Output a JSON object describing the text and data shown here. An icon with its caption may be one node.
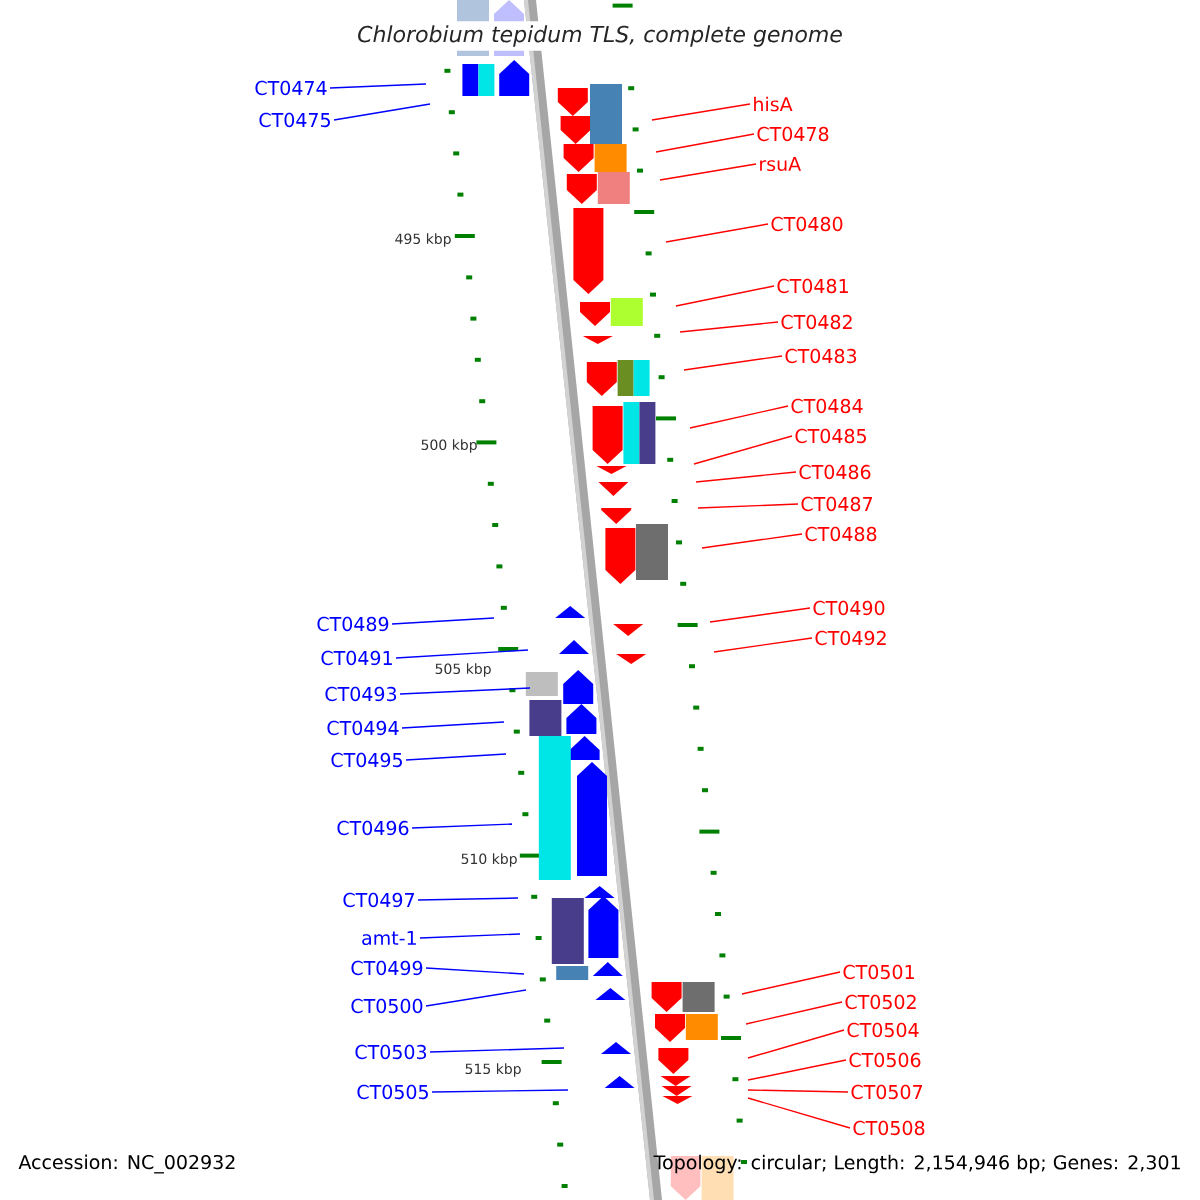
{
  "diagram": {
    "title": "Chlorobium tepidum TLS, complete genome",
    "nodes": [
      {
        "text": [
          "CT0474"
        ]
      },
      {
        "text": [
          "CT0475"
        ]
      },
      {
        "text": [
          "CT0489"
        ]
      },
      {
        "text": [
          "CT0491"
        ]
      },
      {
        "text": [
          "CT0493"
        ]
      },
      {
        "text": [
          "CT0494"
        ]
      },
      {
        "text": [
          "CT0495"
        ]
      },
      {
        "text": [
          "CT0496"
        ]
      },
      {
        "text": [
          "CT0497"
        ]
      },
      {
        "text": [
          "amt-1"
        ]
      },
      {
        "text": [
          "CT0499"
        ]
      },
      {
        "text": [
          "CT0500"
        ]
      },
      {
        "text": [
          "CT0503"
        ]
      },
      {
        "text": [
          "CT0505"
        ]
      },
      {
        "text": [
          "hisA"
        ]
      },
      {
        "text": [
          "CT0478"
        ]
      },
      {
        "text": [
          "rsuA"
        ]
      },
      {
        "text": [
          "CT0480"
        ]
      },
      {
        "text": [
          "CT0481"
        ]
      },
      {
        "text": [
          "CT0482"
        ]
      },
      {
        "text": [
          "CT0483"
        ]
      },
      {
        "text": [
          "CT0484"
        ]
      },
      {
        "text": [
          "CT0485"
        ]
      },
      {
        "text": [
          "CT0486"
        ]
      },
      {
        "text": [
          "CT0487"
        ]
      },
      {
        "text": [
          "CT0488"
        ]
      },
      {
        "text": [
          "CT0490"
        ]
      },
      {
        "text": [
          "CT0492"
        ]
      },
      {
        "text": [
          "CT0501"
        ]
      },
      {
        "text": [
          "CT0502"
        ]
      },
      {
        "text": [
          "CT0504"
        ]
      },
      {
        "text": [
          "CT0506"
        ]
      },
      {
        "text": [
          "CT0507"
        ]
      },
      {
        "text": [
          "CT0508"
        ]
      }
    ],
    "edges": [
      {
        "from": 0,
        "to": null,
        "arrow": "none",
        "color": "#0000ff"
      },
      {
        "from": 1,
        "to": null,
        "arrow": "none",
        "color": "#0000ff"
      },
      {
        "from": 2,
        "to": null,
        "arrow": "none",
        "color": "#0000ff"
      },
      {
        "from": 3,
        "to": null,
        "arrow": "none",
        "color": "#0000ff"
      },
      {
        "from": 4,
        "to": null,
        "arrow": "none",
        "color": "#0000ff"
      },
      {
        "from": 5,
        "to": null,
        "arrow": "none",
        "color": "#0000ff"
      },
      {
        "from": 6,
        "to": null,
        "arrow": "none",
        "color": "#0000ff"
      },
      {
        "from": 7,
        "to": null,
        "arrow": "none",
        "color": "#0000ff"
      },
      {
        "from": 8,
        "to": null,
        "arrow": "none",
        "color": "#0000ff"
      },
      {
        "from": 9,
        "to": null,
        "arrow": "none",
        "color": "#0000ff"
      },
      {
        "from": 10,
        "to": null,
        "arrow": "none",
        "color": "#0000ff"
      },
      {
        "from": 11,
        "to": null,
        "arrow": "none",
        "color": "#0000ff"
      },
      {
        "from": 12,
        "to": null,
        "arrow": "none",
        "color": "#0000ff"
      },
      {
        "from": 13,
        "to": null,
        "arrow": "none",
        "color": "#0000ff"
      },
      {
        "from": 14,
        "to": null,
        "arrow": "none"
      },
      {
        "from": 15,
        "to": null,
        "arrow": "none"
      },
      {
        "from": 16,
        "to": null,
        "arrow": "none"
      },
      {
        "from": 17,
        "to": null,
        "arrow": "none"
      },
      {
        "from": 18,
        "to": null,
        "arrow": "none"
      },
      {
        "from": 19,
        "to": null,
        "arrow": "none"
      },
      {
        "from": 20,
        "to": null,
        "arrow": "none"
      },
      {
        "from": 21,
        "to": null,
        "arrow": "none"
      },
      {
        "from": 22,
        "to": null,
        "arrow": "none"
      },
      {
        "from": 23,
        "to": null,
        "arrow": "none"
      },
      {
        "from": 24,
        "to": null,
        "arrow": "none"
      },
      {
        "from": 25,
        "to": null,
        "arrow": "none"
      },
      {
        "from": 26,
        "to": null,
        "arrow": "none"
      },
      {
        "from": 27,
        "to": null,
        "arrow": "none"
      },
      {
        "from": 28,
        "to": null,
        "arrow": "none"
      },
      {
        "from": 29,
        "to": null,
        "arrow": "none"
      },
      {
        "from": 30,
        "to": null,
        "arrow": "none"
      },
      {
        "from": 31,
        "to": null,
        "arrow": "none"
      },
      {
        "from": 32,
        "to": null,
        "arrow": "none"
      },
      {
        "from": 33,
        "to": null,
        "arrow": "none"
      }
    ],
    "labels": [
      "495 kbp",
      "500 kbp",
      "505 kbp",
      "510 kbp",
      "515 kbp",
      "Accession: NC_002932",
      "Topology: circular; Length: 2,154,946 bp; Genes: 2,301"
    ]
  }
}
